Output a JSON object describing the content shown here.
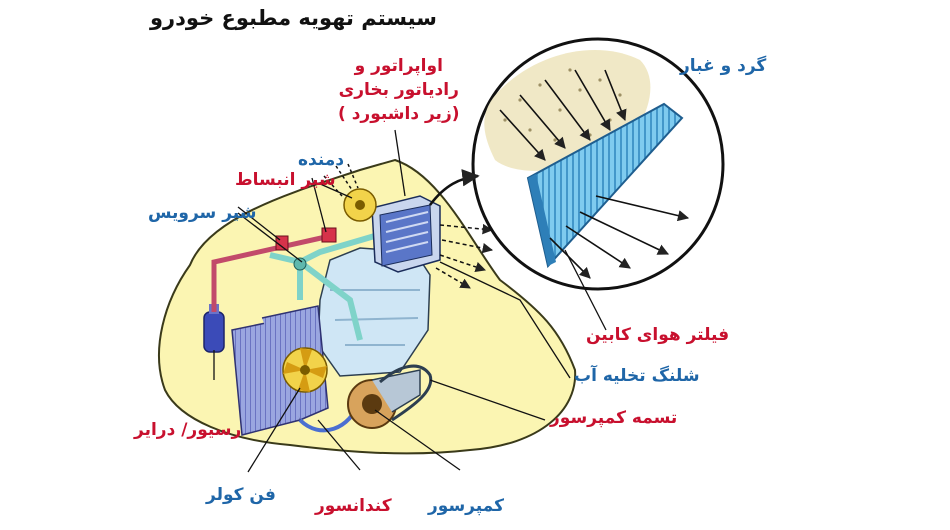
{
  "title": "سیستم تهویه مطبوع خودرو",
  "labels": {
    "evaporator_line1": "اواپراتور و",
    "evaporator_line2": "رادیاتور بخاری",
    "evaporator_line3": "(زیر داشبورد )",
    "dust": "گرد و غبار",
    "blower": "دمنده",
    "expansion_valve": "شیر انبساط",
    "service_valve": "شیر سرویس",
    "cabin_filter": "فیلتر هوای کابین",
    "drain_hose": "شلنگ تخلیه آب",
    "compressor_belt": "تسمه کمپرسور",
    "receiver_dryer": "رسیور/ درایر",
    "cooler_fan": "فن کولر",
    "condenser": "کندانسور",
    "compressor": "کمپرسور"
  },
  "colors": {
    "red_label": "#c8102e",
    "blue_label": "#1f66a8",
    "car_body": "#fbf5b2",
    "engine": "#cfe6f5",
    "filter": "#5bb8e6"
  }
}
